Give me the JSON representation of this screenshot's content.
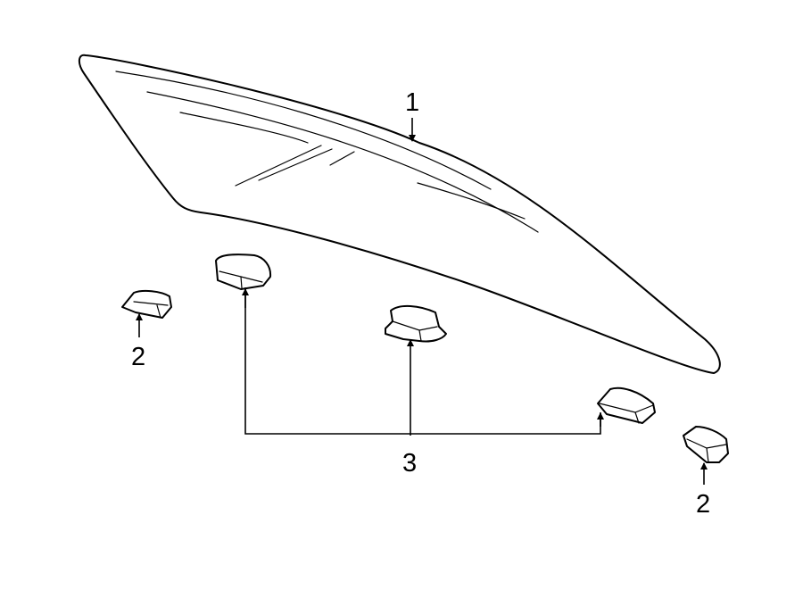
{
  "callouts": {
    "glass": "1",
    "spacer_left": "2",
    "spacer_right": "2",
    "bracket": "3"
  }
}
